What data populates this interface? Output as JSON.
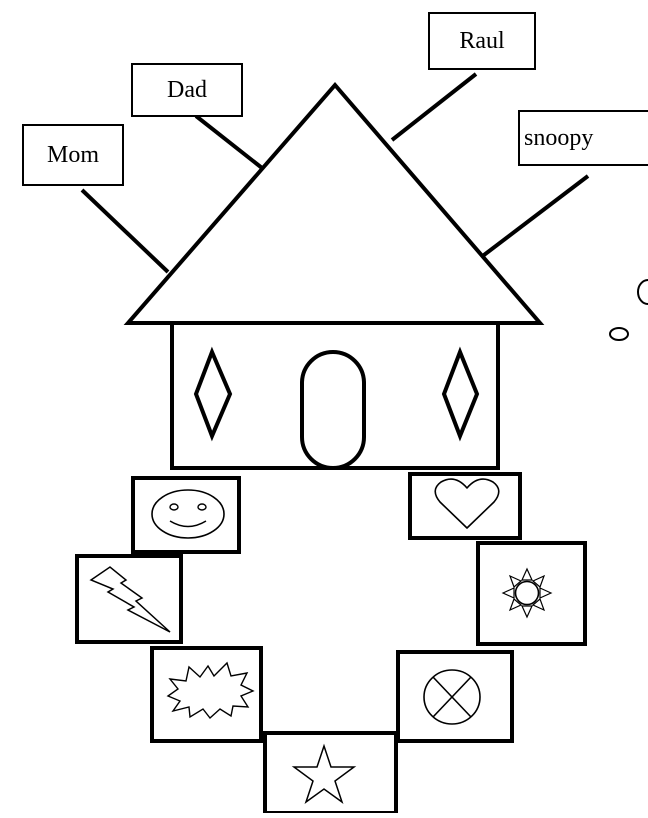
{
  "labels": {
    "mom": "Mom",
    "dad": "Dad",
    "raul": "Raul",
    "snoopy": "snoopy"
  },
  "house": {
    "roof": "triangle",
    "windows": [
      "diamond",
      "diamond"
    ],
    "door": "rounded-rect"
  },
  "path_tiles": [
    {
      "icon": "smiley-face-icon"
    },
    {
      "icon": "lightning-bolt-icon"
    },
    {
      "icon": "explosion-burst-icon"
    },
    {
      "icon": "star-icon"
    },
    {
      "icon": "circle-x-icon"
    },
    {
      "icon": "sun-icon"
    },
    {
      "icon": "heart-icon"
    }
  ],
  "colors": {
    "stroke": "#000000",
    "fill": "#ffffff"
  }
}
